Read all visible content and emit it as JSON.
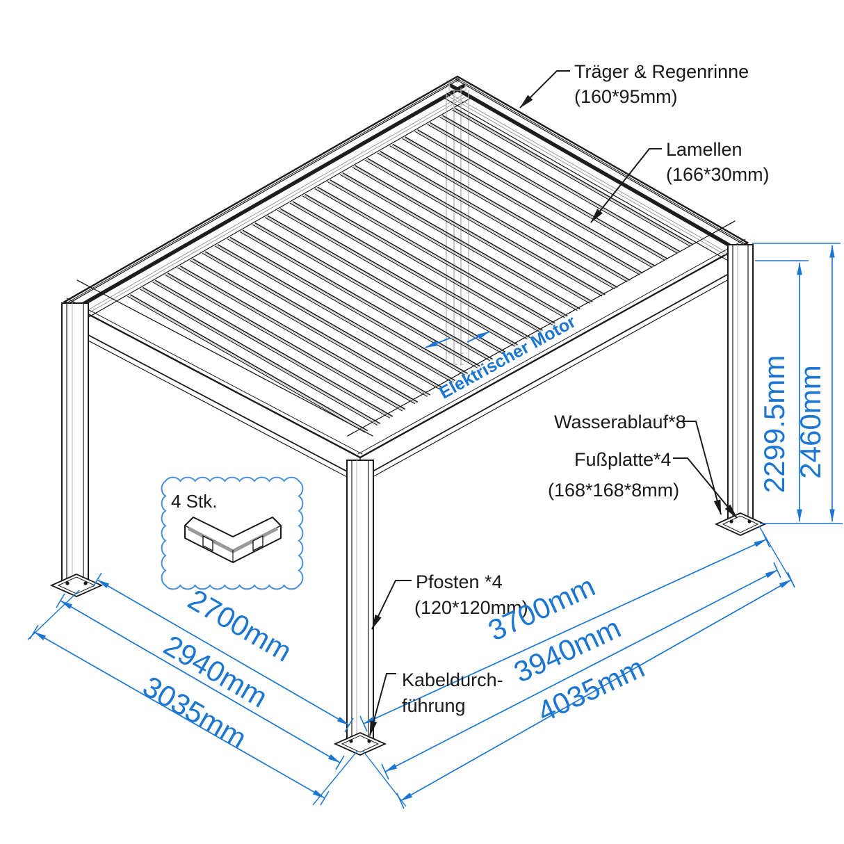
{
  "title": "Pergola technical drawing",
  "colors": {
    "dimension_blue": "#1b76d2",
    "drawing_black": "#1a1a1a",
    "ghost_gray": "#b0b0b0",
    "shade_gray": "#9a9a9a"
  },
  "labels": {
    "traeger": {
      "line1": "Träger & Regenrinne",
      "line2": "(160*95mm)"
    },
    "lamellen": {
      "line1": "Lamellen",
      "line2": "(166*30mm)"
    },
    "wasserablauf": "Wasserablauf*8",
    "fussplatte": {
      "line1": "Fußplatte*4",
      "line2": "(168*168*8mm)"
    },
    "pfosten": {
      "line1": "Pfosten *4",
      "line2": "(120*120mm)"
    },
    "kabel": {
      "line1": "Kabeldurch-",
      "line2": "führung"
    },
    "motor": "Elektrischer Motor",
    "corner_qty": "4 Stk."
  },
  "dimensions": {
    "height_inner": "2299.5mm",
    "height_total": "2460mm",
    "depth_post_spacing": "2700mm",
    "depth_beam": "2940mm",
    "depth_total": "3035mm",
    "width_post_spacing": "3700mm",
    "width_beam": "3940mm",
    "width_total": "4035mm"
  }
}
